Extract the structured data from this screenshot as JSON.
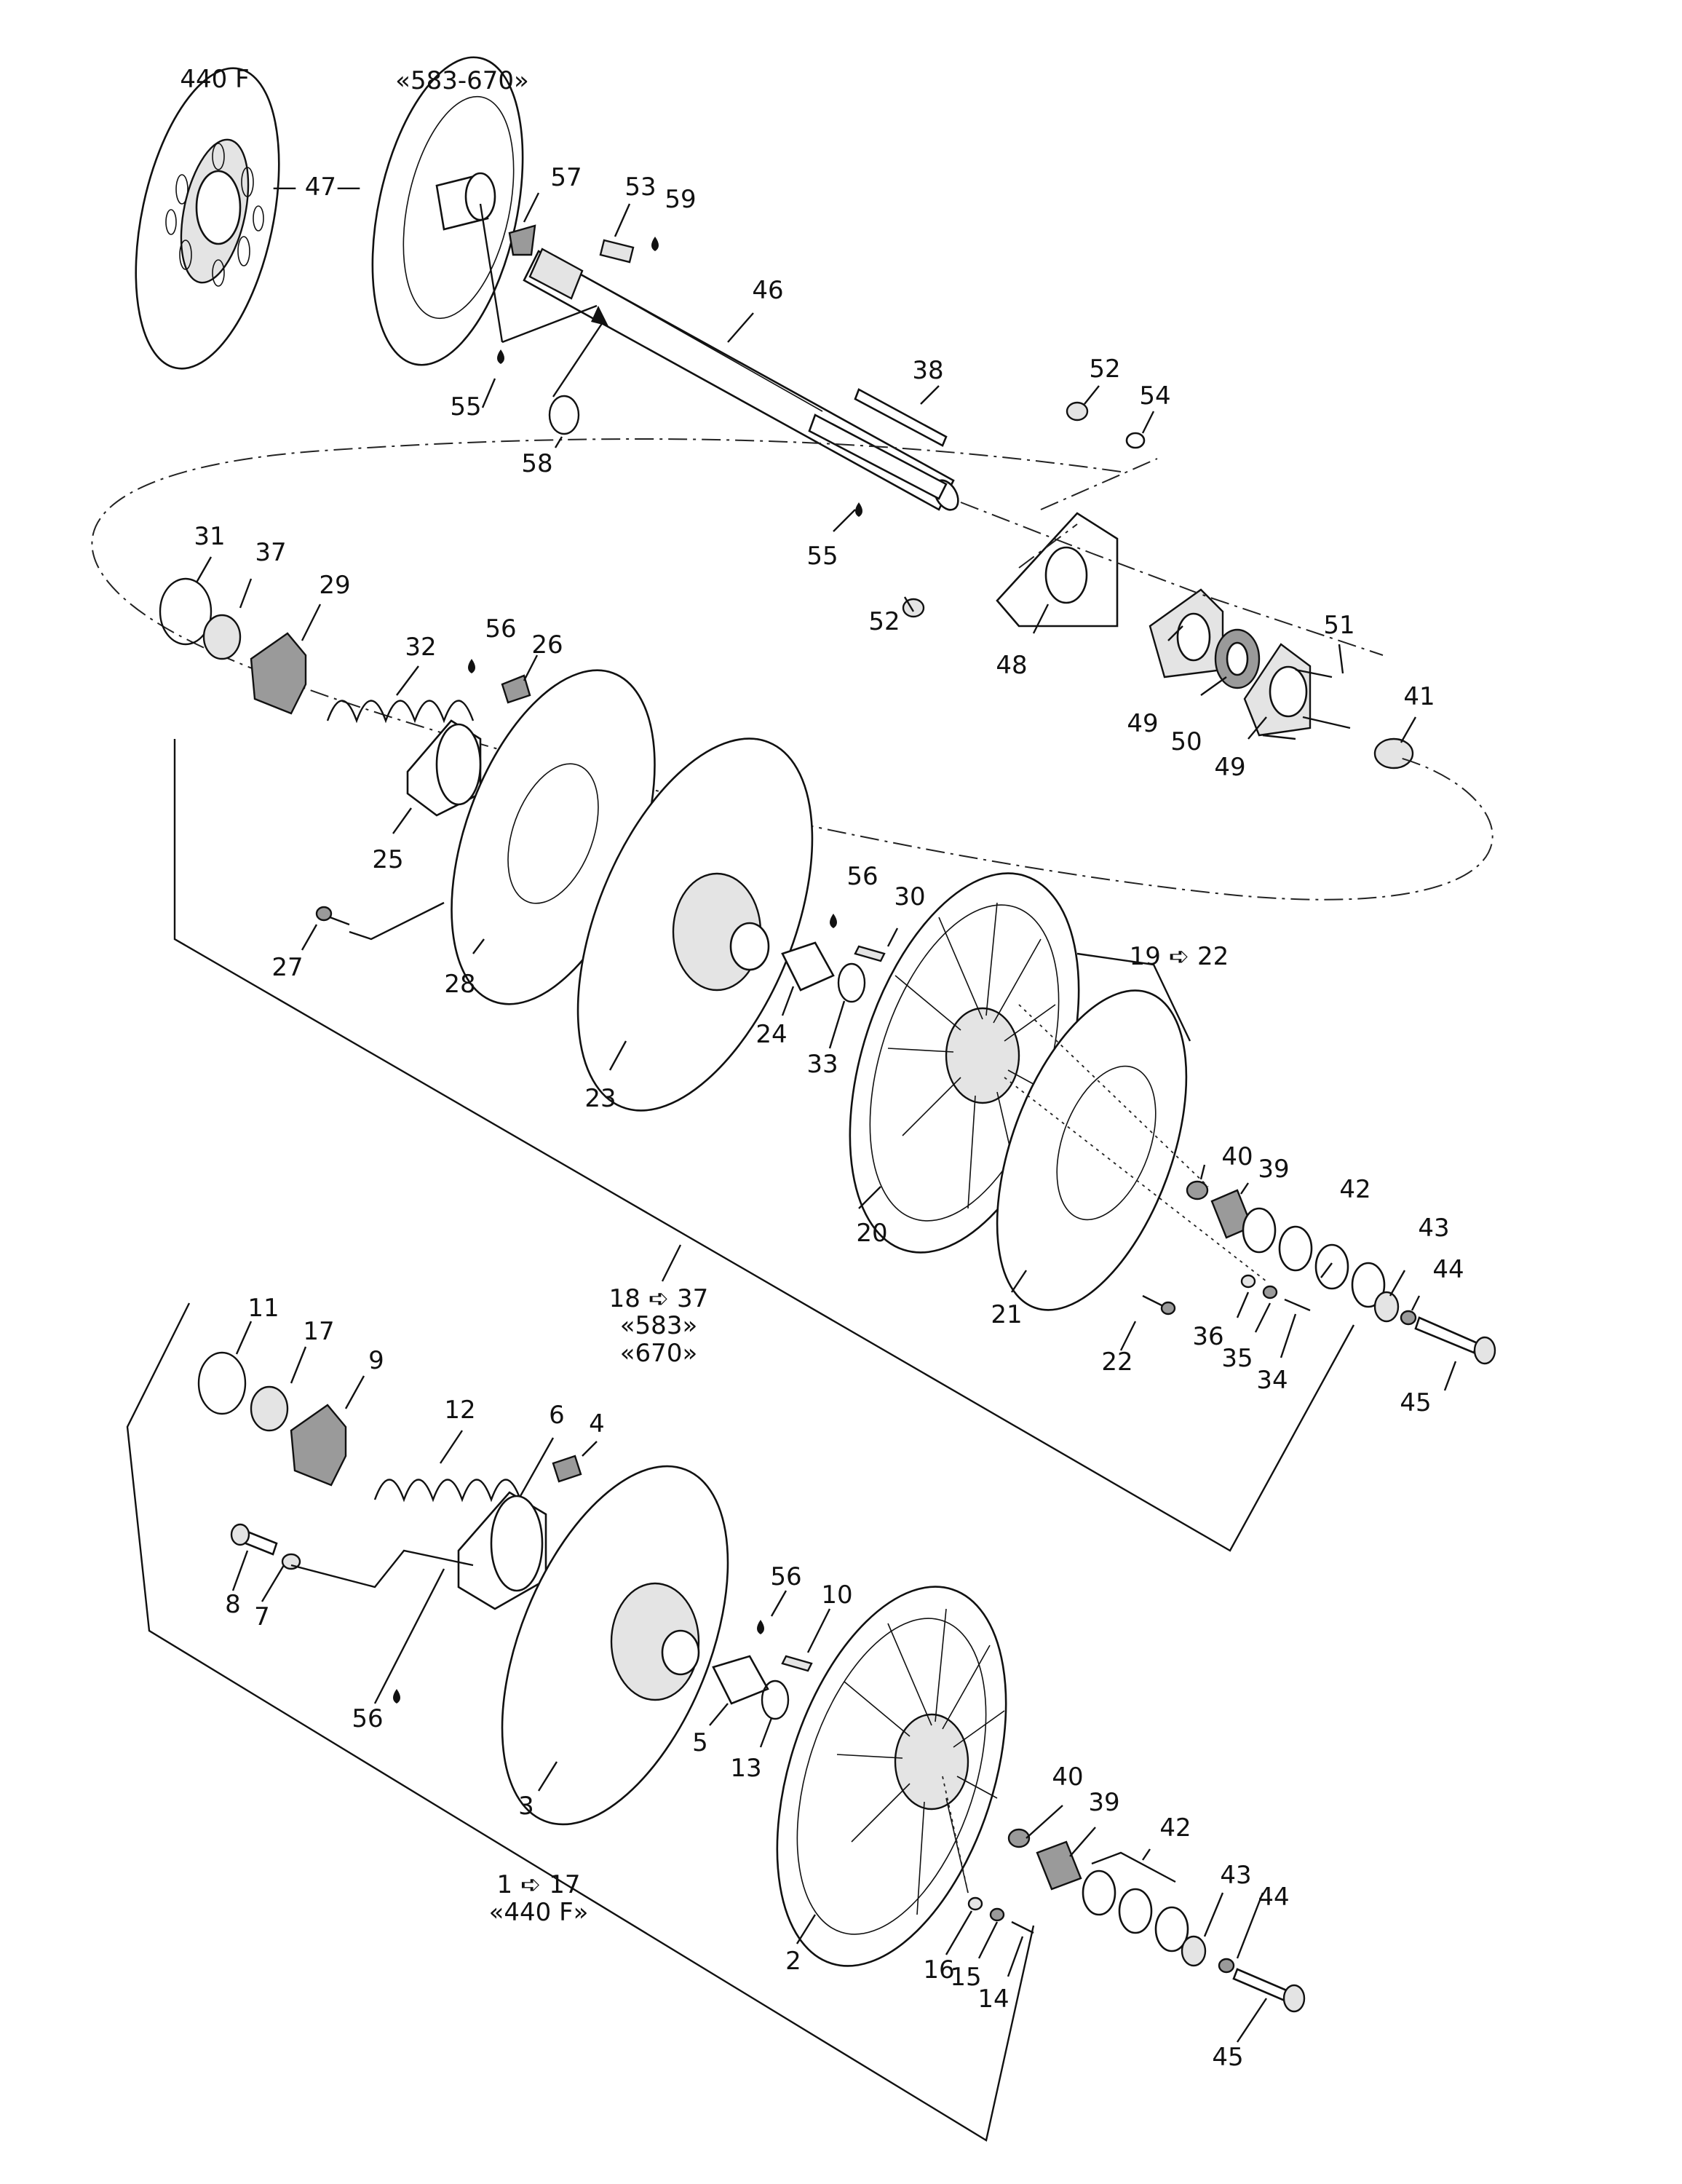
{
  "header": {
    "variant_left": "440 F",
    "variant_right": "«583-670»",
    "dash_47": "— 47—"
  },
  "groups": {
    "upper_range": "18 ➪ 37",
    "upper_model_1": "«583»",
    "upper_model_2": "«670»",
    "sub_range": "19 ➪ 22",
    "lower_range": "1 ➪ 17",
    "lower_model": "«440 F»"
  },
  "callouts": {
    "p57": "57",
    "p53": "53",
    "p59": "59",
    "p46": "46",
    "p55a": "55",
    "p58": "58",
    "p38": "38",
    "p52a": "52",
    "p54": "54",
    "p55b": "55",
    "p52b": "52",
    "p48": "48",
    "p51": "51",
    "p49a": "49",
    "p50": "50",
    "p49b": "49",
    "p41": "41",
    "p31": "31",
    "p37": "37",
    "p29": "29",
    "p32": "32",
    "p56a": "56",
    "p26": "26",
    "p25": "25",
    "p27": "27",
    "p28": "28",
    "p56b": "56",
    "p30": "30",
    "p24": "24",
    "p33": "33",
    "p23": "23",
    "p20": "20",
    "p21": "21",
    "p40a": "40",
    "p39a": "39",
    "p42a": "42",
    "p43a": "43",
    "p44a": "44",
    "p45a": "45",
    "p22": "22",
    "p36": "36",
    "p35": "35",
    "p34": "34",
    "p11": "11",
    "p17": "17",
    "p9": "9",
    "p12": "12",
    "p6": "6",
    "p4": "4",
    "p8": "8",
    "p7": "7",
    "p56c": "56",
    "p56d": "56",
    "p10": "10",
    "p5": "5",
    "p13": "13",
    "p3": "3",
    "p2": "2",
    "p40b": "40",
    "p39b": "39",
    "p42b": "42",
    "p43b": "43",
    "p44b": "44",
    "p45b": "45",
    "p16": "16",
    "p15": "15",
    "p14": "14"
  }
}
